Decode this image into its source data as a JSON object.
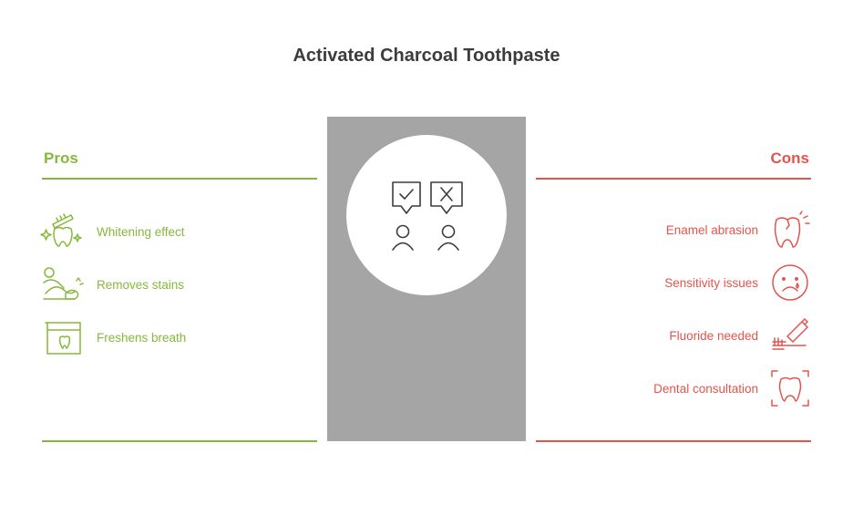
{
  "title": "Activated Charcoal Toothpaste",
  "pros": {
    "heading": "Pros",
    "color": "#86b93b",
    "items": [
      {
        "label": "Whitening effect",
        "icon": "toothbrush-sparkle-icon"
      },
      {
        "label": "Removes stains",
        "icon": "scrubbing-person-icon"
      },
      {
        "label": "Freshens breath",
        "icon": "floss-box-icon"
      }
    ]
  },
  "cons": {
    "heading": "Cons",
    "color": "#e4534d",
    "items": [
      {
        "label": "Enamel abrasion",
        "icon": "cracked-tooth-icon"
      },
      {
        "label": "Sensitivity issues",
        "icon": "sad-face-icon"
      },
      {
        "label": "Fluoride needed",
        "icon": "toothpaste-tube-icon"
      },
      {
        "label": "Dental consultation",
        "icon": "tooth-scan-icon"
      }
    ]
  },
  "center": {
    "icon": "decision-people-icon",
    "panel_color": "#a5a5a5"
  }
}
